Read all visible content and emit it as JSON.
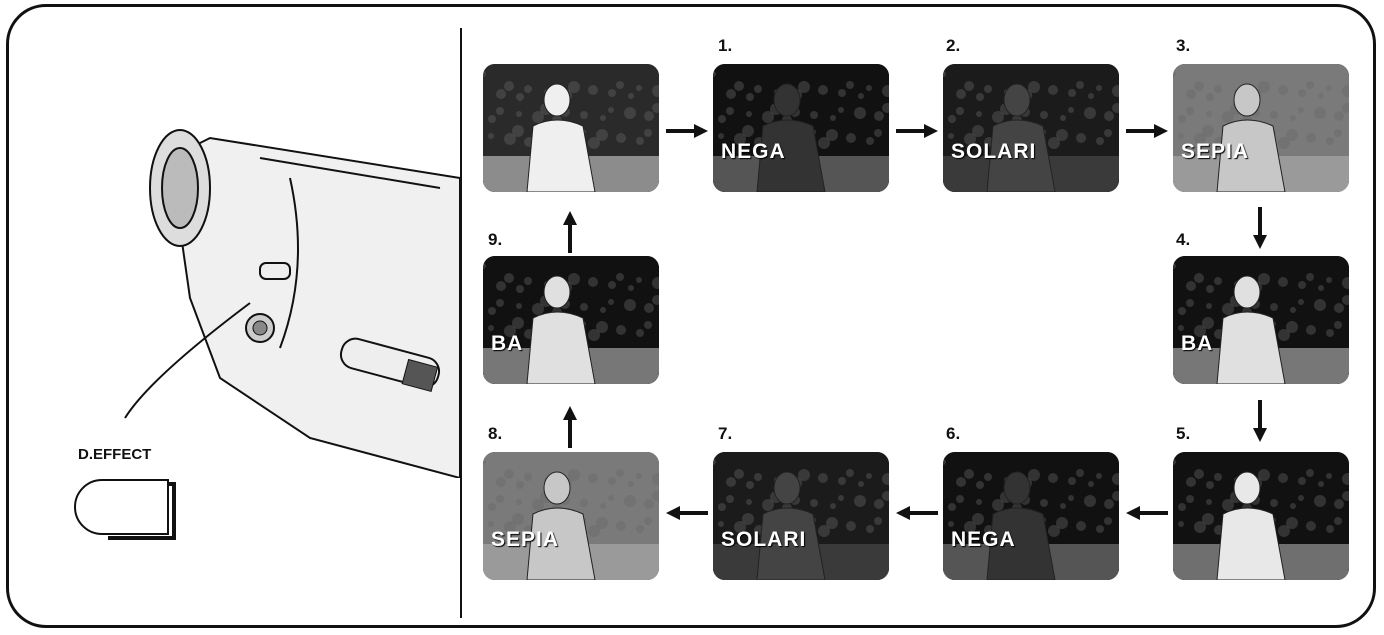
{
  "button": {
    "label": "D.EFFECT"
  },
  "steps": [
    {
      "number": "",
      "overlay": ""
    },
    {
      "number": "1.",
      "overlay": "NEGA"
    },
    {
      "number": "2.",
      "overlay": "SOLARI"
    },
    {
      "number": "3.",
      "overlay": "SEPIA"
    },
    {
      "number": "4.",
      "overlay": "BA"
    },
    {
      "number": "5.",
      "overlay": ""
    },
    {
      "number": "6.",
      "overlay": "NEGA"
    },
    {
      "number": "7.",
      "overlay": "SOLARI"
    },
    {
      "number": "8.",
      "overlay": "SEPIA"
    },
    {
      "number": "9.",
      "overlay": "BA"
    }
  ],
  "colors": {
    "line": "#111111",
    "dark": "#1c1c1c",
    "light": "#d9d9d9",
    "sepia": "#9a9a9a"
  }
}
